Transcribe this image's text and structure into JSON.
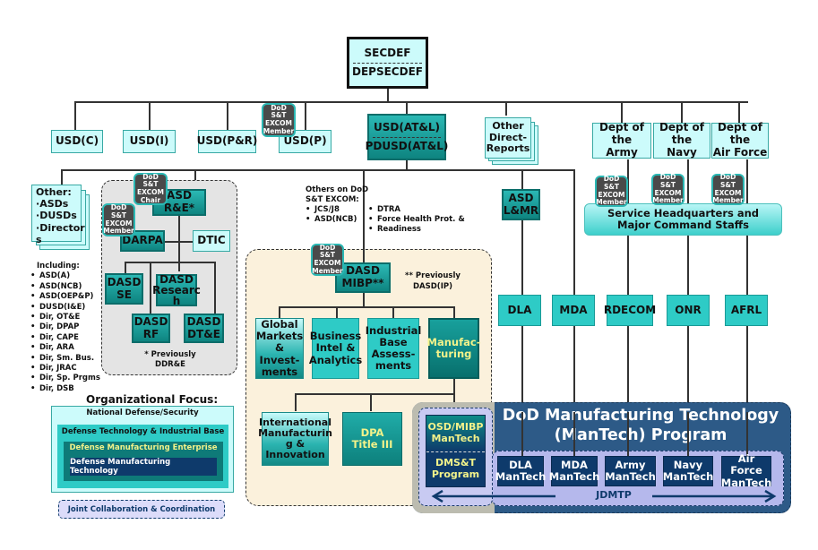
{
  "top": {
    "secdef": "SECDEF",
    "depsecdef": "DEPSECDEF"
  },
  "usd": [
    {
      "label": "USD(C)"
    },
    {
      "label": "USD(I)"
    },
    {
      "label": "USD(P&R)"
    },
    {
      "label": "USD(P)"
    }
  ],
  "atl": {
    "line1": "USD(AT&L)",
    "line2": "PDUSD(AT&L)"
  },
  "other_direct": {
    "lines": [
      "Other",
      "Direct-",
      "Reports"
    ]
  },
  "depts": [
    {
      "line1": "Dept of the",
      "line2": "Army"
    },
    {
      "line1": "Dept of the",
      "line2": "Navy"
    },
    {
      "line1": "Dept of the",
      "line2": "Air Force"
    }
  ],
  "badges": {
    "member": [
      "DoD S&T",
      "EXCOM",
      "Member"
    ],
    "chair": [
      "DoD S&T",
      "EXCOM",
      "Chair"
    ]
  },
  "other_asds": {
    "title": "Other:",
    "items": [
      "ASDs",
      "DUSDs",
      "Director",
      "s"
    ]
  },
  "including": {
    "title": "Including:",
    "items": [
      "ASD(A)",
      "ASD(NCB)",
      "ASD(OEP&P)",
      "DUSD(I&E)",
      "Dir, OT&E",
      "Dir, DPAP",
      "Dir, CAPE",
      "Dir, ARA",
      "Dir, Sm. Bus.",
      "Dir, JRAC",
      "Dir, Sp. Prgms",
      "Dir, DSB"
    ]
  },
  "re_group": {
    "asd_re": [
      "ASD",
      "R&E*"
    ],
    "darpa": "DARPA",
    "dtic": "DTIC",
    "dasd_se": [
      "DASD",
      "SE"
    ],
    "dasd_research": [
      "DASD",
      "Researc",
      "h"
    ],
    "dasd_rf": [
      "DASD",
      "RF"
    ],
    "dasd_dte": [
      "DASD",
      "DT&E"
    ],
    "note": [
      "* Previously",
      "DDR&E"
    ]
  },
  "excom_others": {
    "title": [
      "Others on DoD",
      "S&T EXCOM:"
    ],
    "left": [
      "JCS/J8",
      "ASD(NCB)"
    ],
    "right": [
      "DTRA",
      "Force Health Prot. &",
      "Readiness"
    ]
  },
  "mibp_group": {
    "dasd_mibp": [
      "DASD",
      "MIBP**"
    ],
    "note": [
      "** Previously",
      "DASD(IP)"
    ],
    "children": [
      [
        "Global",
        "Markets",
        "& Invest-",
        "ments"
      ],
      [
        "Business",
        "Intel &",
        "Analytics"
      ],
      [
        "Industrial",
        "Base",
        "Assess-",
        "ments"
      ],
      [
        "Manufac-",
        "turing"
      ]
    ],
    "intl": [
      "International",
      "Manufacturin",
      "g &",
      "Innovation"
    ],
    "dpa": [
      "DPA",
      "Title III"
    ]
  },
  "asd_lmr": [
    "ASD",
    "L&MR"
  ],
  "service_hq": [
    "Service Headquarters and",
    "Major Command Staffs"
  ],
  "agencies": [
    "DLA",
    "MDA",
    "RDECOM",
    "ONR",
    "AFRL"
  ],
  "mantech": {
    "title": [
      "DoD Manufacturing Technology",
      "(ManTech)  Program"
    ],
    "osd": {
      "top": [
        "OSD/MIBP",
        "ManTech"
      ],
      "bottom": [
        "DMS&T",
        "Program"
      ]
    },
    "programs": [
      [
        "DLA",
        "ManTech"
      ],
      [
        "MDA",
        "ManTech"
      ],
      [
        "Army",
        "ManTech"
      ],
      [
        "Navy",
        "ManTech"
      ],
      [
        "Air Force",
        "ManTech"
      ]
    ],
    "jdmtp": "JDMTP"
  },
  "focus": {
    "title": "Organizational Focus:",
    "levels": [
      "National Defense/Security",
      "Defense Technology & Industrial Base",
      "Defense Manufacturing Enterprise",
      "Defense Manufacturing Technology"
    ],
    "joint": "Joint Collaboration & Coordination"
  },
  "colors": {
    "light_box": "#ccfbfb",
    "teal_box": "#2ecbc6",
    "dark_teal": "#0e8480",
    "badge": "#4a4a4a",
    "mantech_bg": "#2d5a87",
    "mantech_box": "#0e3a6b",
    "jdmtp_band": "#b5b8ec",
    "mibp_bg": "#fbf1dc",
    "re_bg": "#e4e4e4",
    "yellow_text": "#f2f28a"
  }
}
